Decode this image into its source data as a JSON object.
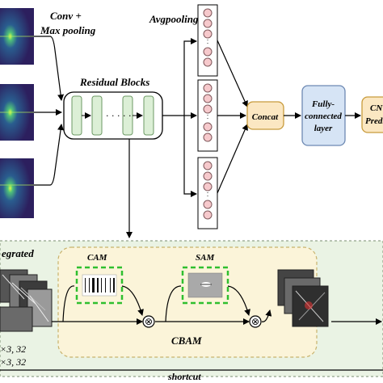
{
  "top": {
    "conv_label_line1": "Conv +",
    "conv_label_line2": "Max pooling",
    "avgpool_label": "Avgpooling",
    "residual_label": "Residual Blocks",
    "residual_dots": "· · · · ·",
    "concat_label": "Concat",
    "fc_label_line1": "Fully-",
    "fc_label_line2": "connected",
    "fc_label_line3": "layer",
    "pred_label_line1": "CN",
    "pred_label_line2": "Predi"
  },
  "bottom": {
    "integrated_label": "egrated",
    "cam_label": "CAM",
    "sam_label": "SAM",
    "cbam_label": "CBAM",
    "dims_line1": "×3,  32",
    "dims_line2": "×3,  32",
    "shortcut_label": "shortcut",
    "mult_symbol": "⊗"
  },
  "colors": {
    "block_fill": "#dcefd6",
    "block_stroke": "#6c9a64",
    "node_fill": "#f6c9cc",
    "node_stroke": "#7d5659",
    "concat_fill": "#fbe7c2",
    "concat_stroke": "#c89b3c",
    "fc_fill": "#d6e4f5",
    "fc_stroke": "#6d89b3",
    "panel_fill": "#fbf4d9",
    "panel_stroke": "#c8b26c",
    "outer_fill": "#eaf3e4",
    "dash_green": "#2fbf2f"
  }
}
